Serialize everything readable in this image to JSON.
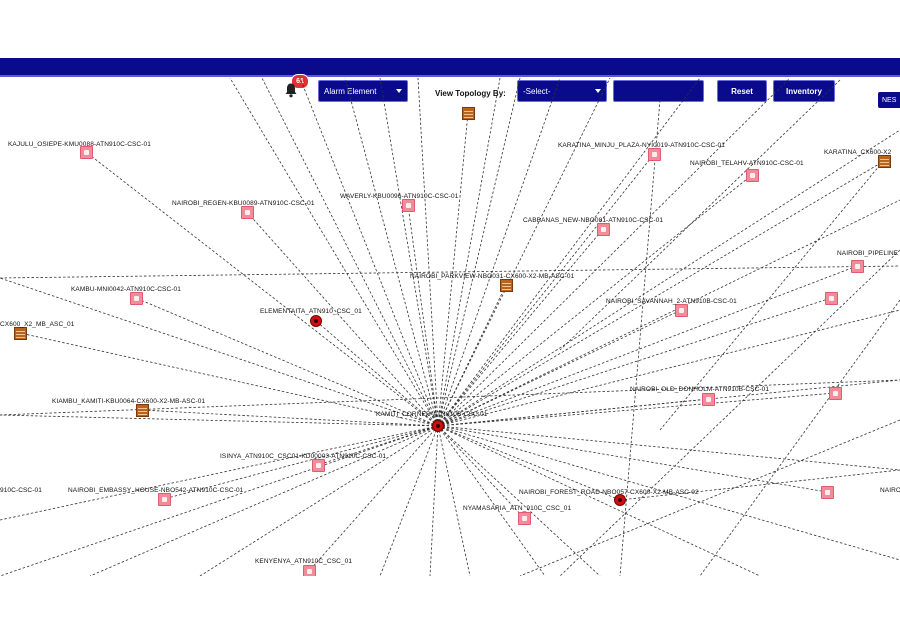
{
  "toolbar": {
    "alarm_count": "61",
    "alarm_filter": "Alarm Element",
    "view_topology_label": "View Topology By:",
    "view_topology_select": "-Select-",
    "search_value": "",
    "reset_label": "Reset",
    "inventory_label": "Inventory",
    "ne_chip_label": "NES"
  },
  "colors": {
    "header_bar": "#0a0a8c",
    "control_bg": "#0a0a8c",
    "node_pink": "#f28b9a",
    "node_brown": "#b8641e",
    "node_red": "#d01010",
    "alarm_badge": "#e23030"
  },
  "topology": {
    "hub": {
      "label": "KAMITI_CORNER-ATN910B-CSC-01",
      "status": "critical-alarm"
    },
    "nodes": [
      {
        "id": "n1",
        "label": "KAJULU_OSIEPE-KMU0088-ATN910C-CSC-01",
        "icon": "pink"
      },
      {
        "id": "n2",
        "label": "NAIROBI_REGEN-KBU0089-ATN910C-CSC-01",
        "icon": "pink"
      },
      {
        "id": "n3",
        "label": "WAVERLY-KBU0096-ATN910C-CSC-01",
        "icon": "pink"
      },
      {
        "id": "n4",
        "label": "KARATINA_MINJU_PLAZA-NYI0019-ATN910C-CSC-01",
        "icon": "pink"
      },
      {
        "id": "n5",
        "label": "NAIROBI_TELAHV-ATN910C-CSC-01",
        "icon": "pink"
      },
      {
        "id": "n6",
        "label": "KARATINA_CX600-X2",
        "icon": "brown"
      },
      {
        "id": "n7",
        "label": "CABBANAS_NEW-NBO081-ATN910C-CSC-01",
        "icon": "pink"
      },
      {
        "id": "n8",
        "label": "NAIROBI_PIPELINE",
        "icon": "pink"
      },
      {
        "id": "n9",
        "label": "NAIROBI_PARKVIEW-NBO031-CX600-X2-MB-ASC-01",
        "icon": "brown"
      },
      {
        "id": "n10",
        "label": "KAMBU-MNI0042-ATN910C-CSC-01",
        "icon": "pink"
      },
      {
        "id": "n11",
        "label": "ELEMENTAITA_ATN910_CSC_01",
        "icon": "red"
      },
      {
        "id": "n12",
        "label": "CX600_X2_MB_ASC_01",
        "icon": "brown"
      },
      {
        "id": "n13",
        "label": "NAIROBI_SAVANNAH_2-ATN910B-CSC-01",
        "icon": "pink"
      },
      {
        "id": "n14",
        "label": "NAIROBI_OLD_DONHOLM-ATN910B-CSC-01",
        "icon": "pink"
      },
      {
        "id": "n15",
        "label": "KIAMBU_KAMITI-KBU0064-CX600-X2-MB-ASC-01",
        "icon": "brown"
      },
      {
        "id": "n16",
        "label": "ISINYA_ATN910C_CSC01-KD00003-ATN910C-CSC-01",
        "icon": "pink"
      },
      {
        "id": "n17",
        "label": "910C-CSC-01",
        "icon": "none"
      },
      {
        "id": "n18",
        "label": "NAIROBI_EMBASSY_HOUSE-NBO542-ATN910C-CSC-01",
        "icon": "pink"
      },
      {
        "id": "n19",
        "label": "NAIROBI_FOREST_ROAD-NBO057-CX600-X2-MB-ASC-02",
        "icon": "red"
      },
      {
        "id": "n20",
        "label": "NYAMASARIA_ATN_910C_CSC_01",
        "icon": "pink"
      },
      {
        "id": "n21",
        "label": "KENYENYA_ATN910C_CSC_01",
        "icon": "pink"
      },
      {
        "id": "n22",
        "label": "NAIRO",
        "icon": "none"
      }
    ]
  }
}
